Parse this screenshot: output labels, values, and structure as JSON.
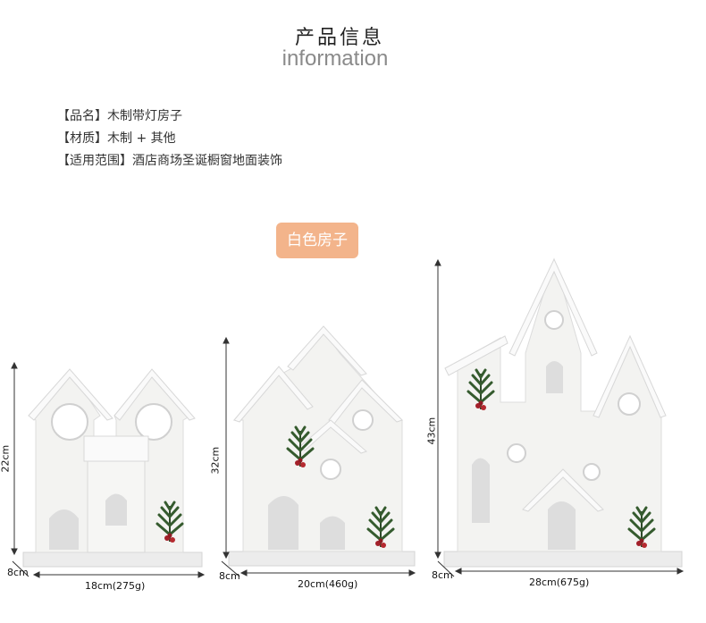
{
  "header": {
    "title_cn": "产品信息",
    "title_en": "information"
  },
  "specs": [
    "【品名】木制带灯房子",
    "【材质】木制 + 其他",
    "【适用范围】酒店商场圣诞橱窗地面装饰"
  ],
  "badge": {
    "label": "白色房子",
    "color": "#f3b48b"
  },
  "products": [
    {
      "height": "22cm",
      "depth": "8cm",
      "width": "18cm(275g)"
    },
    {
      "height": "32cm",
      "depth": "8cm",
      "width": "20cm(460g)"
    },
    {
      "height": "43cm",
      "depth": "8cm",
      "width": "28cm(675g)"
    }
  ]
}
